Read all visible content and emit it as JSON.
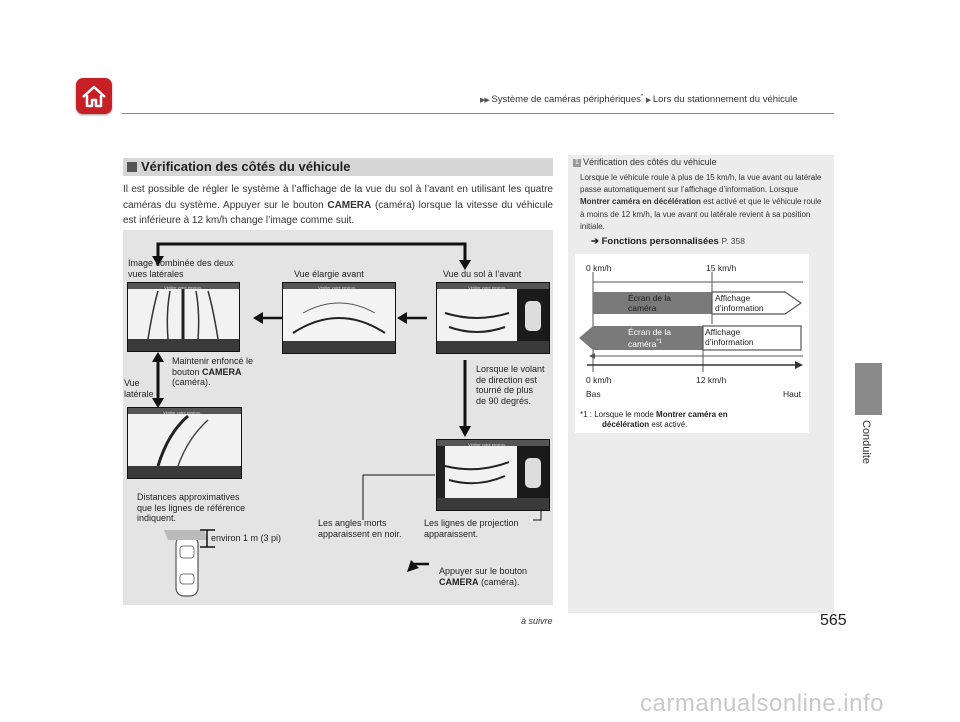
{
  "header": {
    "home_icon": "home-icon",
    "breadcrumb_1": "Système de caméras périphériques",
    "breadcrumb_1_sup": "*",
    "breadcrumb_2": "Lors du stationnement du véhicule"
  },
  "side_tab": {
    "label": "Conduite"
  },
  "section": {
    "title": "Vérification des côtés du véhicule",
    "paragraph_1": "Il est possible de régler le système à l’affichage de la vue du sol à l’avant en utilisant les quatre caméras du système. Appuyer sur le bouton ",
    "camera_word": "CAMERA",
    "paragraph_2": " (caméra) lorsque la vitesse du véhicule est inférieure à 12 km/h change l’image comme suit."
  },
  "figure": {
    "lbl_combined": "Image combinée des deux",
    "lbl_combined_2": "vues latérales",
    "lbl_wide": "Vue élargie avant",
    "lbl_ground": "Vue du sol à l’avant",
    "lbl_hold_1": "Maintenir enfoncé le",
    "lbl_hold_2a": "bouton ",
    "lbl_hold_2b": "CAMERA",
    "lbl_hold_3": "(caméra).",
    "lbl_side_1": "Vue",
    "lbl_side_2": "latérale",
    "lbl_steer_1": "Lorsque le volant",
    "lbl_steer_2": "de direction est",
    "lbl_steer_3": "tourné de plus",
    "lbl_steer_4": "de 90 degrés.",
    "lbl_dist_1": "Distances approximatives",
    "lbl_dist_2": "que les lignes de référence",
    "lbl_dist_3": "indiquent.",
    "lbl_about": "environ 1 m (3 pi)",
    "lbl_blind_1": "Les angles morts",
    "lbl_blind_2": "apparaissent en noir.",
    "lbl_proj_1": "Les lignes de projection",
    "lbl_proj_2": "apparaissent.",
    "lbl_press_1": "Appuyer sur le bouton",
    "lbl_press_2a": "CAMERA",
    "lbl_press_2b": " (caméra).",
    "screen_caption": "Vérifier votre environ."
  },
  "sidebar": {
    "num": "1",
    "title": "Vérification des côtés du véhicule",
    "text_1": "Lorsque le véhicule roule à plus de 15 km/h, la vue avant ou latérale passe automatiquement sur l’affichage d’information. Lorsque ",
    "bold_1": "Montrer caméra en décélération",
    "text_2": " est activé et que le véhicule roule à moins de 12 km/h, la vue avant ou latérale revient à sa position initiale.",
    "link_icon": "double-arrow-icon",
    "link": "Fonctions personnalisées",
    "link_page": "P. 358",
    "diagram": {
      "top_left": "0 km/h",
      "top_right": "15 km/h",
      "bar1_left_1": "Écran de la",
      "bar1_left_2": "caméra",
      "bar1_right_1": "Affichage",
      "bar1_right_2": "d’information",
      "bar2_left_1": "Écran de la",
      "bar2_left_2": "caméra",
      "bar2_sup": "*1",
      "bar2_right_1": "Affichage",
      "bar2_right_2": "d’information",
      "bot_left": "0 km/h",
      "bot_mid": "12 km/h",
      "low": "Bas",
      "high": "Haut",
      "fn_mark": "*1",
      "fn_text_1": " : Lorsque le mode ",
      "fn_bold": "Montrer caméra en",
      "fn_bold_2": "décélération",
      "fn_text_2": " est activé."
    }
  },
  "footer": {
    "continued": "à suivre",
    "page": "565",
    "watermark": "carmanualsonline.info"
  }
}
